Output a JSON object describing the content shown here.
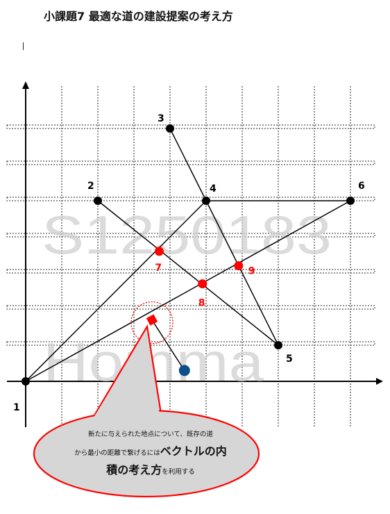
{
  "title": "小課題7 最適な道の建設提案の考え方",
  "watermark": {
    "line1": "S1250183",
    "line2": "Homma"
  },
  "points": [
    {
      "id": "1",
      "label": "1",
      "x": 0,
      "y": 0,
      "color": "#000000"
    },
    {
      "id": "2",
      "label": "2",
      "x": 2,
      "y": 5,
      "color": "#000000"
    },
    {
      "id": "3",
      "label": "3",
      "x": 4,
      "y": 7,
      "color": "#000000"
    },
    {
      "id": "4",
      "label": "4",
      "x": 5,
      "y": 5,
      "color": "#000000"
    },
    {
      "id": "5",
      "label": "5",
      "x": 7,
      "y": 1,
      "color": "#000000"
    },
    {
      "id": "6",
      "label": "6",
      "x": 9,
      "y": 5,
      "color": "#000000"
    },
    {
      "id": "7",
      "label": "7",
      "x": 3.7,
      "y": 3.6,
      "color": "#ff0000"
    },
    {
      "id": "8",
      "label": "8",
      "x": 4.9,
      "y": 2.7,
      "color": "#ff0000"
    },
    {
      "id": "9",
      "label": "9",
      "x": 5.9,
      "y": 3.2,
      "color": "#ff0000"
    }
  ],
  "roads": [
    [
      "1",
      "4"
    ],
    [
      "2",
      "5"
    ],
    [
      "3",
      "5"
    ],
    [
      "4",
      "6"
    ],
    [
      "1",
      "6"
    ]
  ],
  "new_point": {
    "x": 4.4,
    "y": 0.3,
    "color": "#0d4f8b"
  },
  "foot_point": {
    "x": 3.5,
    "y": 1.7,
    "color": "#ff0000"
  },
  "highlight_color": "#ff0000",
  "callout": {
    "line1": "新たに与えられた地点について、既存の道",
    "line2_small": "から最小の距離で繋げるには",
    "line2_big": "ベクトルの内",
    "line3_big": "積の考え方",
    "line3_small": "を利用する",
    "fill": "#d6d6d6",
    "stroke": "#ff0000"
  }
}
